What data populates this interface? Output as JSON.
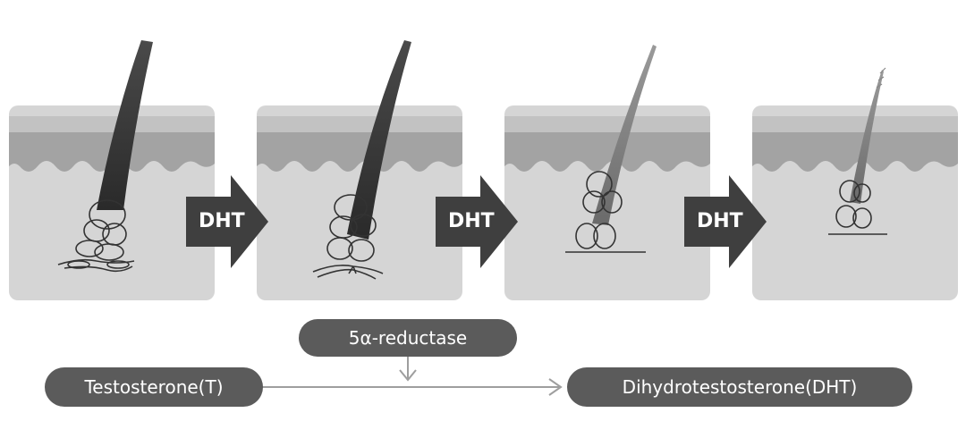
{
  "stages": [
    {
      "id": "stage-1",
      "hair": "thick"
    },
    {
      "id": "stage-2",
      "hair": "thick"
    },
    {
      "id": "stage-3",
      "hair": "thin"
    },
    {
      "id": "stage-4",
      "hair": "wispy"
    }
  ],
  "arrows": [
    {
      "label": "DHT"
    },
    {
      "label": "DHT"
    },
    {
      "label": "DHT"
    }
  ],
  "pathway": {
    "enzyme": "5α-reductase",
    "substrate": "Testosterone(T)",
    "product": "Dihydrotestosterone(DHT)"
  },
  "colors": {
    "panel_bg": "#d5d5d5",
    "skin_top": "#b3b3b3",
    "skin_mid": "#a0a0a0",
    "wave": "#c0c0c0",
    "arrow_fill": "#3f3f3f",
    "pill": "#5b5b5b",
    "connector": "#9e9e9e"
  }
}
